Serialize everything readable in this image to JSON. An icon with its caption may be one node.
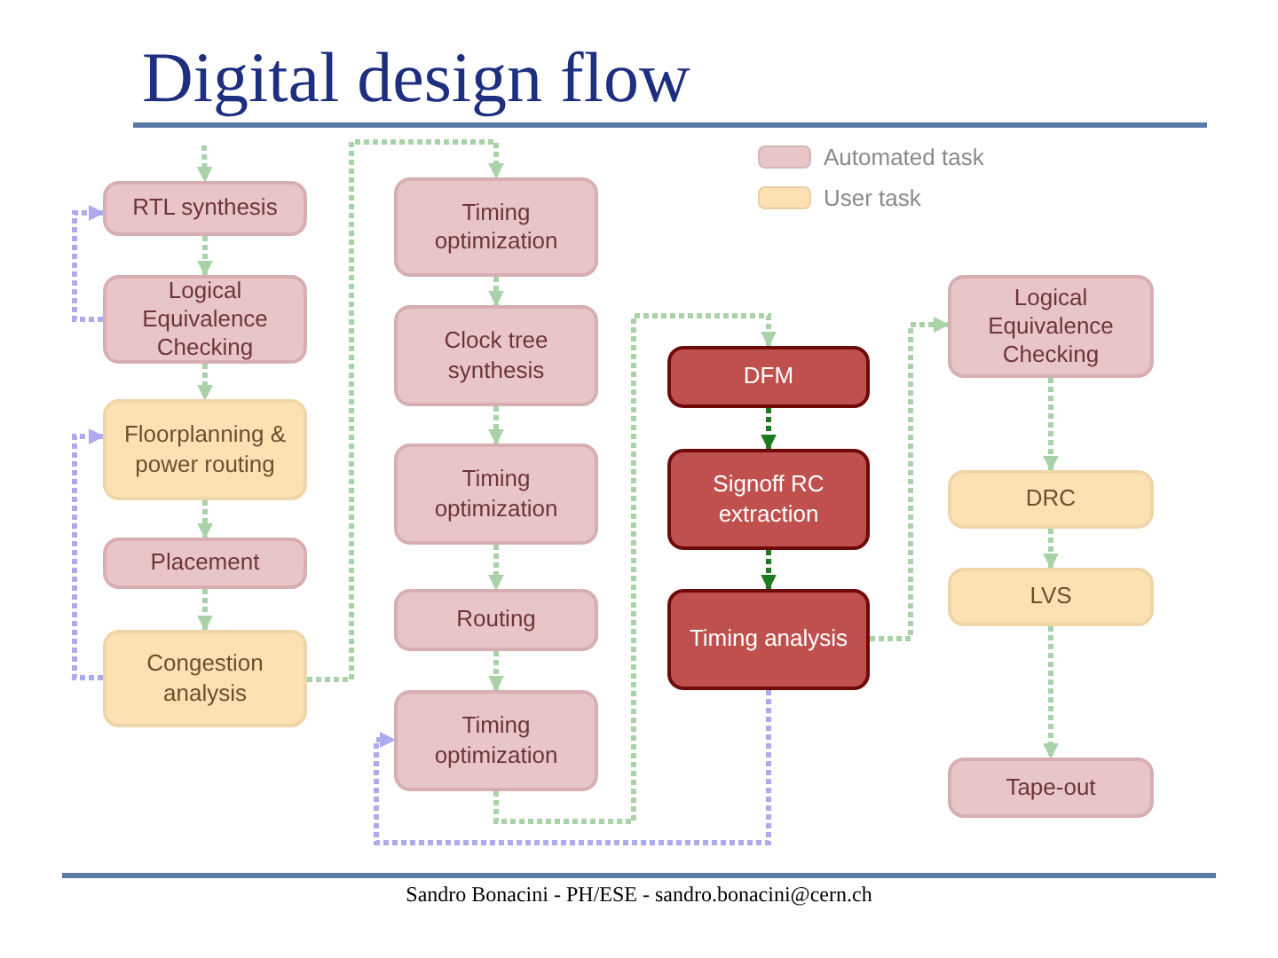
{
  "diagram": {
    "title": "Digital design flow",
    "nodes": [
      {
        "text": [
          "RTL synthesis"
        ]
      },
      {
        "text": [
          "Logical Equivalence Checking"
        ]
      },
      {
        "text": [
          "Floorplanning & power routing"
        ]
      },
      {
        "text": [
          "Placement"
        ]
      },
      {
        "text": [
          "Congestion analysis"
        ]
      },
      {
        "text": [
          "Timing optimization"
        ]
      },
      {
        "text": [
          "Clock tree synthesis"
        ]
      },
      {
        "text": [
          "Timing optimization"
        ]
      },
      {
        "text": [
          "Routing"
        ]
      },
      {
        "text": [
          "Timing optimization"
        ]
      },
      {
        "text": [
          "DFM"
        ]
      },
      {
        "text": [
          "Signoff RC extraction"
        ]
      },
      {
        "text": [
          "Timing analysis"
        ]
      },
      {
        "text": [
          "Logical Equivalence Checking"
        ]
      },
      {
        "text": [
          "DRC"
        ]
      },
      {
        "text": [
          "LVS"
        ]
      },
      {
        "text": [
          "Tape-out"
        ]
      }
    ],
    "edges": [
      {
        "from": null,
        "to": 0,
        "arrow": "to"
      },
      {
        "from": 0,
        "to": 1,
        "arrow": "to"
      },
      {
        "from": 1,
        "to": 2,
        "arrow": "to"
      },
      {
        "from": 2,
        "to": 3,
        "arrow": "to"
      },
      {
        "from": 3,
        "to": 4,
        "arrow": "to"
      },
      {
        "from": 1,
        "to": 0,
        "arrow": "to",
        "color": "#aeaaf0"
      },
      {
        "from": 4,
        "to": 2,
        "arrow": "to",
        "color": "#aeaaf0"
      },
      {
        "from": 4,
        "to": 5,
        "arrow": "to"
      },
      {
        "from": 5,
        "to": 6,
        "arrow": "to"
      },
      {
        "from": 6,
        "to": 7,
        "arrow": "to"
      },
      {
        "from": 7,
        "to": 8,
        "arrow": "to"
      },
      {
        "from": 8,
        "to": 9,
        "arrow": "to"
      },
      {
        "from": 9,
        "to": 10,
        "arrow": "to"
      },
      {
        "from": 10,
        "to": 11,
        "arrow": "to",
        "color": "#1e7a1e"
      },
      {
        "from": 11,
        "to": 12,
        "arrow": "to",
        "color": "#1e7a1e"
      },
      {
        "from": 12,
        "to": 9,
        "arrow": "to",
        "color": "#aeaaf0"
      },
      {
        "from": 12,
        "to": 13,
        "arrow": "to"
      },
      {
        "from": 13,
        "to": 14,
        "arrow": "to"
      },
      {
        "from": 14,
        "to": 15,
        "arrow": "to"
      },
      {
        "from": 15,
        "to": 16,
        "arrow": "to"
      }
    ],
    "labels": [
      "Sandro Bonacini - PH/ESE - sandro.bonacini@cern.ch"
    ],
    "legend": [
      {
        "text": "Automated task",
        "color": "#e8c6c8"
      },
      {
        "text": "User task",
        "color": "#fde1b3"
      }
    ]
  }
}
